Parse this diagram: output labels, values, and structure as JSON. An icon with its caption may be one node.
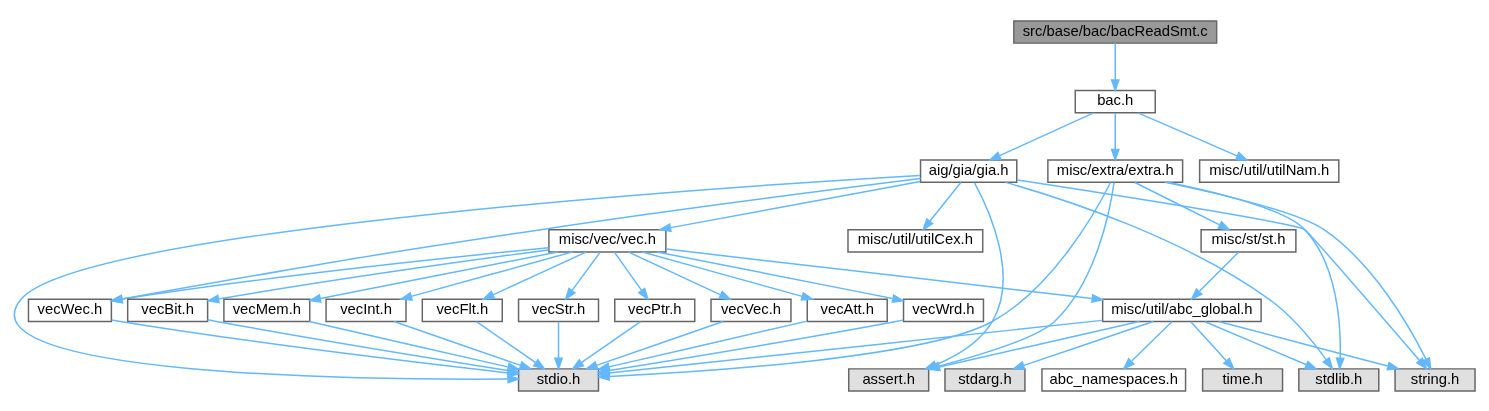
{
  "diagram": {
    "nodes": [
      {
        "text": [
          "src/base/bac/bacReadSmt.c"
        ]
      },
      {
        "text": [
          "bac.h"
        ]
      },
      {
        "text": [
          "aig/gia/gia.h"
        ]
      },
      {
        "text": [
          "misc/extra/extra.h"
        ]
      },
      {
        "text": [
          "misc/util/utilNam.h"
        ]
      },
      {
        "text": [
          "misc/vec/vec.h"
        ]
      },
      {
        "text": [
          "misc/util/utilCex.h"
        ]
      },
      {
        "text": [
          "misc/st/st.h"
        ]
      },
      {
        "text": [
          "vecWec.h"
        ]
      },
      {
        "text": [
          "vecBit.h"
        ]
      },
      {
        "text": [
          "vecMem.h"
        ]
      },
      {
        "text": [
          "vecInt.h"
        ]
      },
      {
        "text": [
          "vecFlt.h"
        ]
      },
      {
        "text": [
          "vecStr.h"
        ]
      },
      {
        "text": [
          "vecPtr.h"
        ]
      },
      {
        "text": [
          "vecVec.h"
        ]
      },
      {
        "text": [
          "vecAtt.h"
        ]
      },
      {
        "text": [
          "vecWrd.h"
        ]
      },
      {
        "text": [
          "misc/util/abc_global.h"
        ]
      },
      {
        "text": [
          "stdio.h"
        ]
      },
      {
        "text": [
          "abc_namespaces.h"
        ]
      },
      {
        "text": [
          "time.h"
        ]
      },
      {
        "text": [
          "stdarg.h"
        ]
      },
      {
        "text": [
          "string.h"
        ]
      },
      {
        "text": [
          "assert.h"
        ]
      },
      {
        "text": [
          "stdlib.h"
        ]
      }
    ],
    "edges": [
      {
        "from": 0,
        "to": 1,
        "arrow": "to"
      },
      {
        "from": 1,
        "to": 2,
        "arrow": "to"
      },
      {
        "from": 1,
        "to": 3,
        "arrow": "to"
      },
      {
        "from": 1,
        "to": 4,
        "arrow": "to"
      },
      {
        "from": 2,
        "to": 19,
        "arrow": "to"
      },
      {
        "from": 2,
        "to": 8,
        "arrow": "to"
      },
      {
        "from": 2,
        "to": 5,
        "arrow": "to"
      },
      {
        "from": 2,
        "to": 6,
        "arrow": "to"
      },
      {
        "from": 2,
        "to": 23,
        "arrow": "to"
      },
      {
        "from": 2,
        "to": 24,
        "arrow": "to"
      },
      {
        "from": 2,
        "to": 25,
        "arrow": "to"
      },
      {
        "from": 3,
        "to": 19,
        "arrow": "to"
      },
      {
        "from": 3,
        "to": 7,
        "arrow": "to"
      },
      {
        "from": 3,
        "to": 23,
        "arrow": "to"
      },
      {
        "from": 3,
        "to": 24,
        "arrow": "to"
      },
      {
        "from": 3,
        "to": 25,
        "arrow": "to"
      },
      {
        "from": 5,
        "to": 8,
        "arrow": "to"
      },
      {
        "from": 5,
        "to": 9,
        "arrow": "to"
      },
      {
        "from": 5,
        "to": 10,
        "arrow": "to"
      },
      {
        "from": 5,
        "to": 11,
        "arrow": "to"
      },
      {
        "from": 5,
        "to": 12,
        "arrow": "to"
      },
      {
        "from": 5,
        "to": 13,
        "arrow": "to"
      },
      {
        "from": 5,
        "to": 14,
        "arrow": "to"
      },
      {
        "from": 5,
        "to": 15,
        "arrow": "to"
      },
      {
        "from": 5,
        "to": 16,
        "arrow": "to"
      },
      {
        "from": 5,
        "to": 17,
        "arrow": "to"
      },
      {
        "from": 5,
        "to": 18,
        "arrow": "to"
      },
      {
        "from": 7,
        "to": 18,
        "arrow": "to"
      },
      {
        "from": 8,
        "to": 19,
        "arrow": "to"
      },
      {
        "from": 9,
        "to": 19,
        "arrow": "to"
      },
      {
        "from": 10,
        "to": 19,
        "arrow": "to"
      },
      {
        "from": 11,
        "to": 19,
        "arrow": "to"
      },
      {
        "from": 12,
        "to": 19,
        "arrow": "to"
      },
      {
        "from": 13,
        "to": 19,
        "arrow": "to"
      },
      {
        "from": 14,
        "to": 19,
        "arrow": "to"
      },
      {
        "from": 15,
        "to": 19,
        "arrow": "to"
      },
      {
        "from": 16,
        "to": 19,
        "arrow": "to"
      },
      {
        "from": 17,
        "to": 19,
        "arrow": "to"
      },
      {
        "from": 18,
        "to": 19,
        "arrow": "to"
      },
      {
        "from": 18,
        "to": 20,
        "arrow": "to"
      },
      {
        "from": 18,
        "to": 21,
        "arrow": "to"
      },
      {
        "from": 18,
        "to": 22,
        "arrow": "to"
      },
      {
        "from": 18,
        "to": 23,
        "arrow": "to"
      },
      {
        "from": 18,
        "to": 24,
        "arrow": "to"
      },
      {
        "from": 18,
        "to": 25,
        "arrow": "to"
      }
    ]
  }
}
